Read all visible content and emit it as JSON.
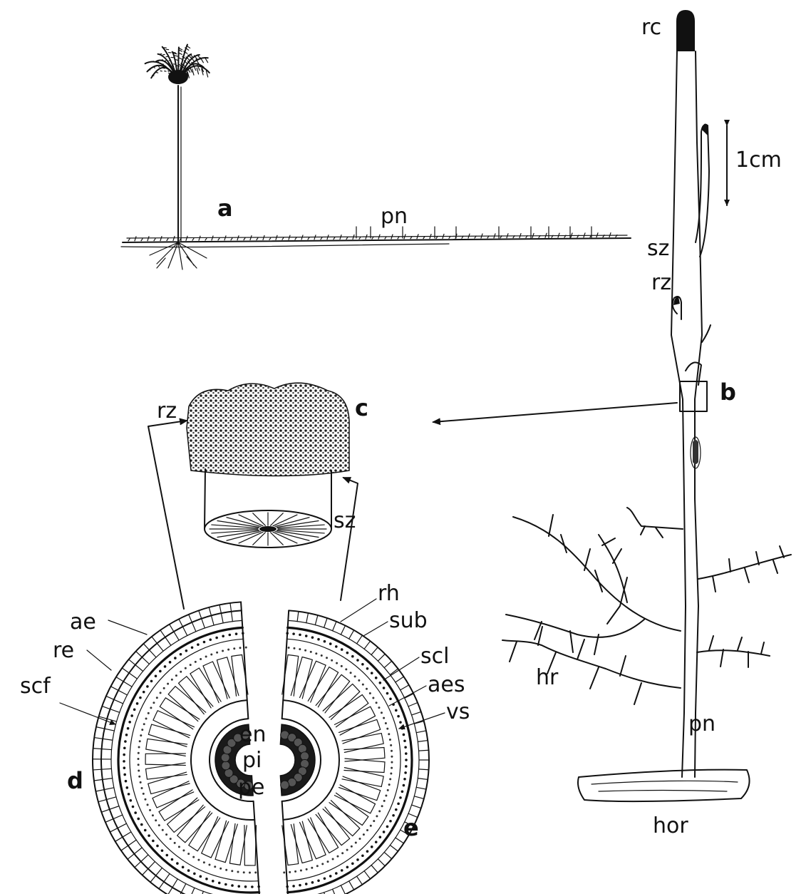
{
  "panels": {
    "a": "a",
    "b": "b",
    "c": "c",
    "d": "d",
    "e": "e"
  },
  "labels": {
    "pn_top": "pn",
    "rc": "rc",
    "scale": "1cm",
    "sz_b": "sz",
    "rz_b": "rz",
    "rz_c": "rz",
    "sz_c": "sz",
    "rh": "rh",
    "sub": "sub",
    "scl": "scl",
    "aes": "aes",
    "vs": "vs",
    "ae": "ae",
    "re": "re",
    "scf": "scf",
    "en": "en",
    "pi": "pi",
    "pe": "pe",
    "hr": "hr",
    "pn_b": "pn",
    "hor": "hor"
  }
}
